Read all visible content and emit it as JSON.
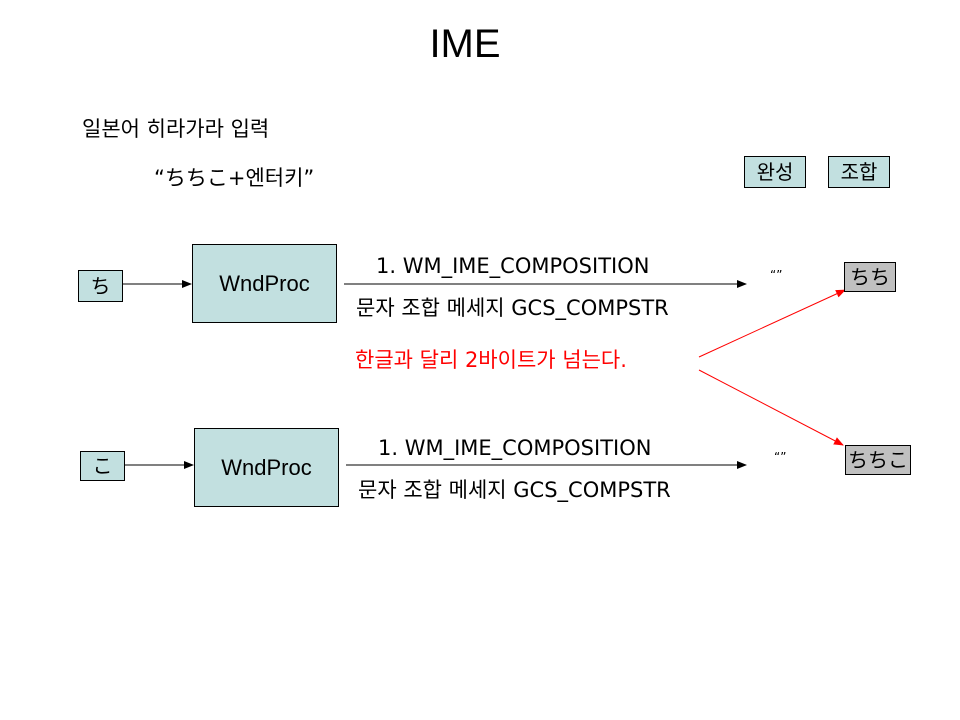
{
  "title": "IME",
  "subtitle": "일본어 히라가라 입력",
  "keys_label": "“ちちこ+엔터키”",
  "legend": {
    "complete": "완성",
    "compose": "조합"
  },
  "rows": [
    {
      "input_char": "ち",
      "proc_label": "WndProc",
      "message": "1. WM_IME_COMPOSITION",
      "message_desc": "문자 조합 메세지 GCS_COMPSTR",
      "quote": "“”",
      "result": "ちち"
    },
    {
      "input_char": "こ",
      "proc_label": "WndProc",
      "message": "1. WM_IME_COMPOSITION",
      "message_desc": "문자 조합 메세지 GCS_COMPSTR",
      "quote": "“”",
      "result": "ちちこ"
    }
  ],
  "note": "한글과 달리 2바이트가 넘는다.",
  "colors": {
    "box_fill": "#c2e0e0",
    "result_fill": "#c0c0c0",
    "note": "#ff0000"
  }
}
